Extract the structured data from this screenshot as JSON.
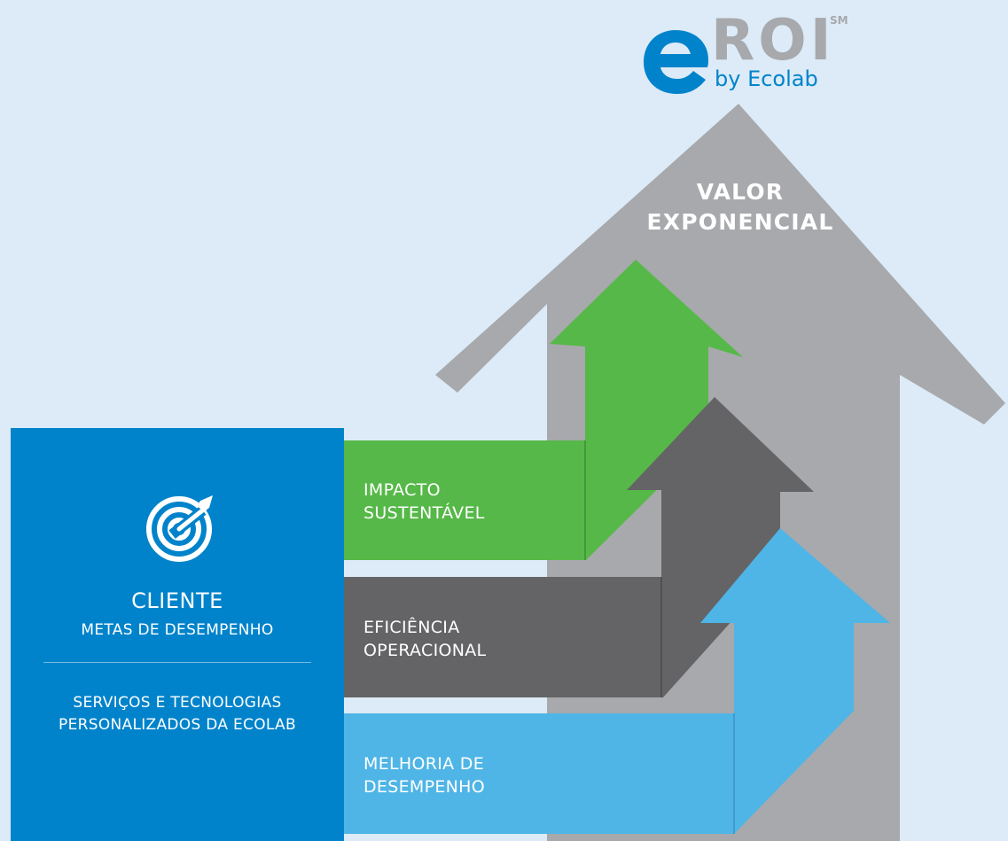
{
  "logo": {
    "brand": "ROI",
    "mark": "SM",
    "byline": "by Ecolab",
    "colors": {
      "e": "#0083cb",
      "roi": "#a7a9ac",
      "byline": "#0083cb"
    }
  },
  "diagram": {
    "main_arrow": {
      "line1": "VALOR",
      "line2": "EXPONENCIAL",
      "color": "#a7a9ac"
    },
    "steps": [
      {
        "line1": "IMPACTO",
        "line2": "SUSTENTÁVEL",
        "color": "#56b848"
      },
      {
        "line1": "EFICIÊNCIA",
        "line2": "OPERACIONAL",
        "color": "#646466"
      },
      {
        "line1": "MELHORIA DE",
        "line2": "DESEMPENHO",
        "color": "#4fb5e6"
      }
    ]
  },
  "client": {
    "icon": "target-icon",
    "title": "CLIENTE",
    "subtitle": "METAS DE DESEMPENHO",
    "services_line1": "SERVIÇOS E TECNOLOGIAS",
    "services_line2": "PERSONALIZADOS DA ECOLAB",
    "color": "#0083cb"
  },
  "colors": {
    "background": "#dcebf7"
  }
}
